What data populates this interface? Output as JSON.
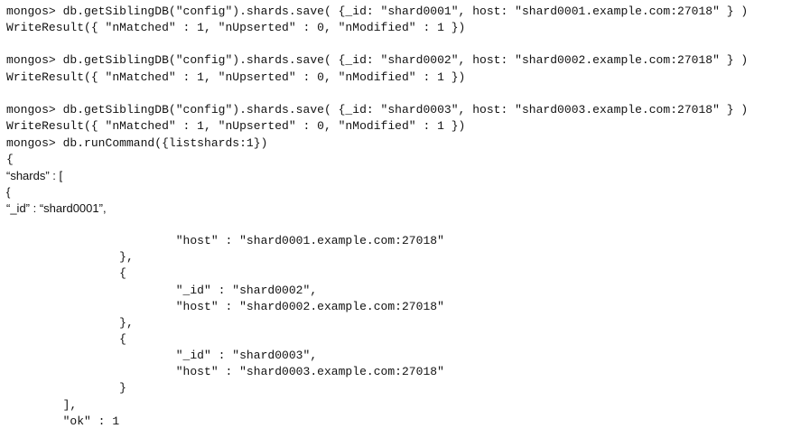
{
  "terminal": {
    "lines": [
      "mongos> db.getSiblingDB(\"config\").shards.save( {_id: \"shard0001\", host: \"shard0001.example.com:27018\" } )",
      "WriteResult({ \"nMatched\" : 1, \"nUpserted\" : 0, \"nModified\" : 1 })",
      "",
      "mongos> db.getSiblingDB(\"config\").shards.save( {_id: \"shard0002\", host: \"shard0002.example.com:27018\" } )",
      "WriteResult({ \"nMatched\" : 1, \"nUpserted\" : 0, \"nModified\" : 1 })",
      "",
      "mongos> db.getSiblingDB(\"config\").shards.save( {_id: \"shard0003\", host: \"shard0003.example.com:27018\" } )",
      "WriteResult({ \"nMatched\" : 1, \"nUpserted\" : 0, \"nModified\" : 1 })",
      "mongos> db.runCommand({listshards:1})",
      "{",
      "“shards” : [",
      "{",
      "“_id” : “shard0001”,",
      "",
      "                        \"host\" : \"shard0001.example.com:27018\"",
      "                },",
      "                {",
      "                        \"_id\" : \"shard0002\",",
      "                        \"host\" : \"shard0002.example.com:27018\"",
      "                },",
      "                {",
      "                        \"_id\" : \"shard0003\",",
      "                        \"host\" : \"shard0003.example.com:27018\"",
      "                }",
      "        ],",
      "        \"ok\" : 1"
    ]
  }
}
